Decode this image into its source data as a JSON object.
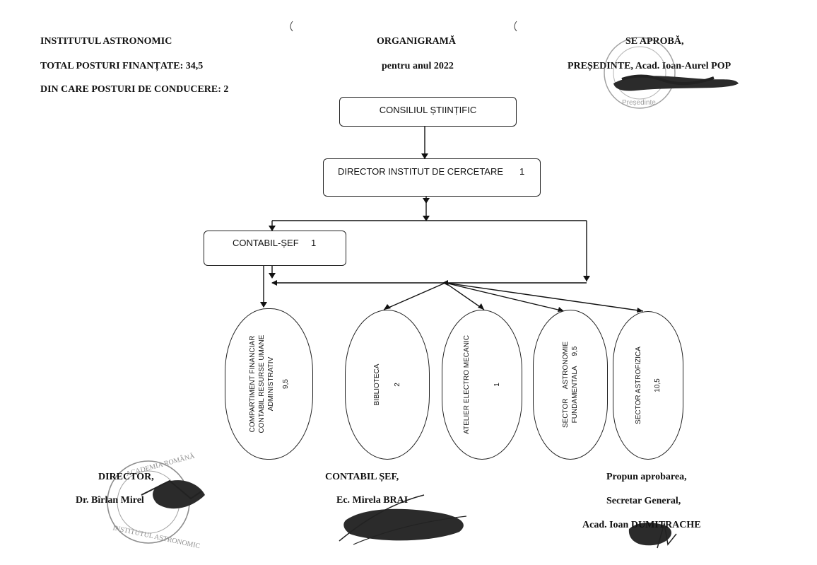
{
  "header": {
    "institution": "INSTITUTUL ASTRONOMIC",
    "total_posts": "TOTAL POSTURI FINANȚATE: 34,5",
    "management_posts": "DIN CARE POSTURI DE CONDUCERE: 2",
    "title": "ORGANIGRAMĂ",
    "subtitle": "pentru anul 2022",
    "approval": "SE APROBĂ,",
    "president": "PREȘEDINTE, Acad. Ioan-Aurel POP"
  },
  "chart": {
    "council": "CONSILIUL ȘTIINȚIFIC",
    "director": "DIRECTOR INSTITUT DE CERCETARE",
    "director_count": "1",
    "chief_accountant": "CONTABIL-ȘEF",
    "chief_accountant_count": "1",
    "units": [
      {
        "line1": "COMPARTIMENT FINANCIAR",
        "line2": "CONTABIL RESURSE UMANE",
        "line3": "ADMINISTRATIV",
        "count": "9,5"
      },
      {
        "line1": "BIBLIOTECA",
        "count": "2"
      },
      {
        "line1": "ATELIER ELECTRO MECANIC",
        "count": "1"
      },
      {
        "line1": "SECTOR     ASTRONOMIE",
        "line2": "FUNDAMENTALA",
        "count": "9,5"
      },
      {
        "line1": "SECTOR ASTROFIZICA",
        "count": "10,5"
      }
    ]
  },
  "signatures": {
    "director_title": "DIRECTOR,",
    "director_name": "Dr. Bîrlan Mirel",
    "accountant_title": "CONTABIL ȘEF,",
    "accountant_name": "Ec. Mirela BRAI",
    "propose": "Propun aprobarea,",
    "secretary_title": "Secretar General,",
    "secretary_name": "Acad. Ioan DUMITRACHE"
  },
  "stamps": {
    "top_stamp_text": "Președinte",
    "bottom_stamp_top": "ACADEMIA ROMÂNĂ",
    "bottom_stamp_bottom": "INSTITUTUL ASTRONOMIC"
  }
}
